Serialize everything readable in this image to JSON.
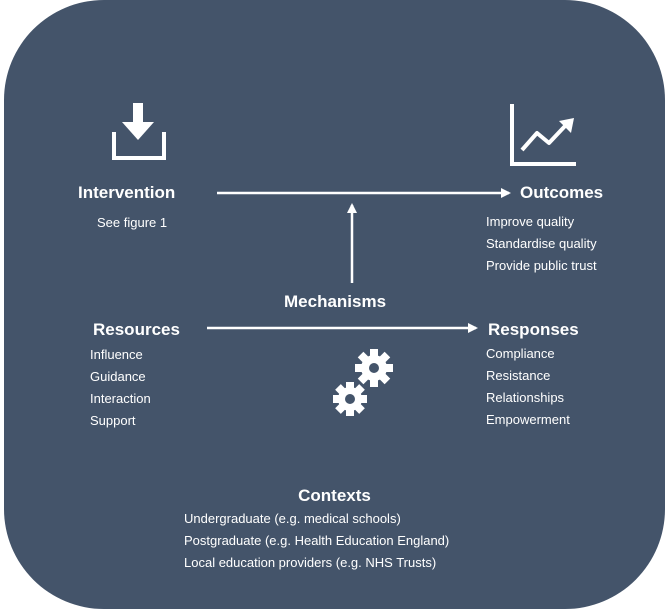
{
  "intervention": {
    "title": "Intervention",
    "subtitle": "See figure 1",
    "icon": "download-icon"
  },
  "outcomes": {
    "title": "Outcomes",
    "icon": "line-chart-icon",
    "items": [
      "Improve quality",
      "Standardise quality",
      "Provide public trust"
    ]
  },
  "mechanisms": {
    "title": "Mechanisms",
    "icon": "gears-icon"
  },
  "resources": {
    "title": "Resources",
    "items": [
      "Influence",
      "Guidance",
      "Interaction",
      "Support"
    ]
  },
  "responses": {
    "title": "Responses",
    "items": [
      "Compliance",
      "Resistance",
      "Relationships",
      "Empowerment"
    ]
  },
  "contexts": {
    "title": "Contexts",
    "items": [
      "Undergraduate (e.g. medical schools)",
      "Postgraduate (e.g. Health Education England)",
      "Local education providers (e.g. NHS Trusts)"
    ]
  },
  "colors": {
    "panel": "#44546a",
    "text": "#ffffff"
  }
}
